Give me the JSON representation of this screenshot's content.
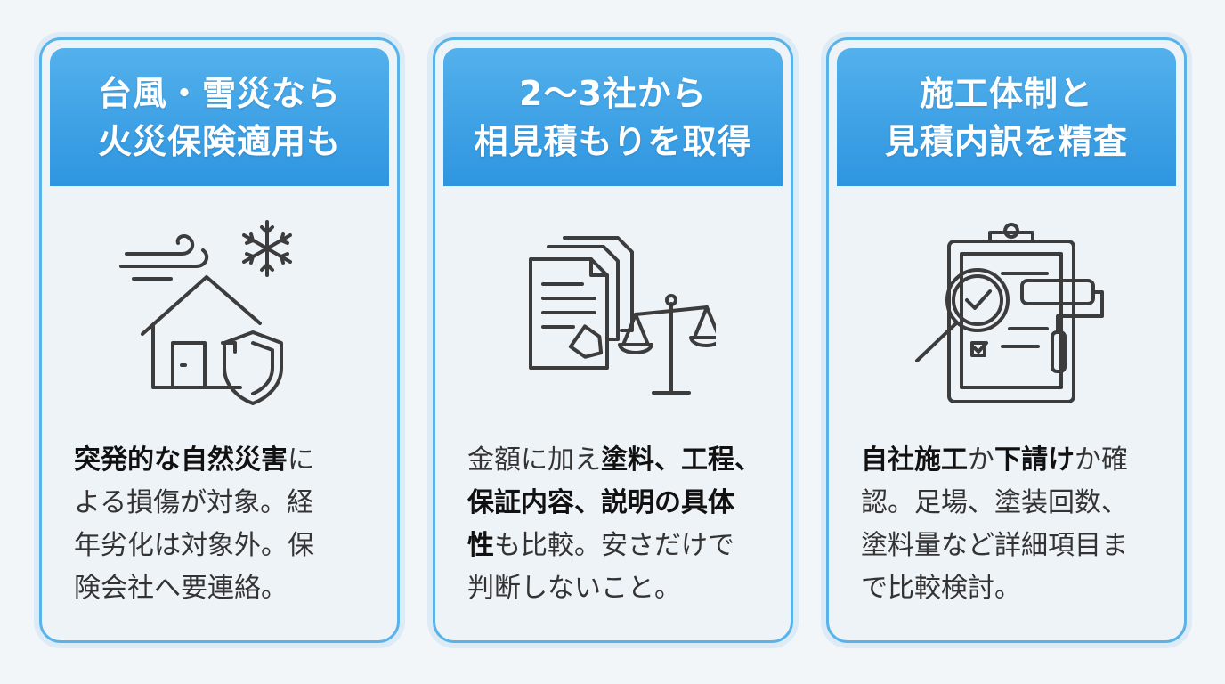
{
  "cards": [
    {
      "title_lines": [
        "台風・雪災なら",
        "火災保険適用も"
      ],
      "icon": "house-storm-shield-icon",
      "body_lines": [
        [
          {
            "t": "突発的な自然災害",
            "b": true
          },
          {
            "t": "に",
            "b": false
          }
        ],
        [
          {
            "t": "よる損傷が対象。経",
            "b": false
          }
        ],
        [
          {
            "t": "年劣化は対象外。保",
            "b": false
          }
        ],
        [
          {
            "t": "険会社へ要連絡。",
            "b": false
          }
        ]
      ]
    },
    {
      "title_lines": [
        "2〜3社から",
        "相見積もりを取得"
      ],
      "icon": "documents-scale-icon",
      "body_lines": [
        [
          {
            "t": "金額に加え",
            "b": false
          },
          {
            "t": "塗料、工程、",
            "b": true
          }
        ],
        [
          {
            "t": "保証内容、説明の具体",
            "b": true
          }
        ],
        [
          {
            "t": "性",
            "b": true
          },
          {
            "t": "も比較。安さだけで",
            "b": false
          }
        ],
        [
          {
            "t": "判断しないこと。",
            "b": false
          }
        ]
      ]
    },
    {
      "title_lines": [
        "施工体制と",
        "見積内訳を精査"
      ],
      "icon": "clipboard-magnifier-roller-icon",
      "body_lines": [
        [
          {
            "t": "自社施工",
            "b": true
          },
          {
            "t": "か",
            "b": false
          },
          {
            "t": "下請け",
            "b": true
          },
          {
            "t": "か確",
            "b": false
          }
        ],
        [
          {
            "t": "認。足場、塗装回数、",
            "b": false
          }
        ],
        [
          {
            "t": "塗料量など詳細項目ま",
            "b": false
          }
        ],
        [
          {
            "t": "で比較検討。",
            "b": false
          }
        ]
      ]
    }
  ]
}
